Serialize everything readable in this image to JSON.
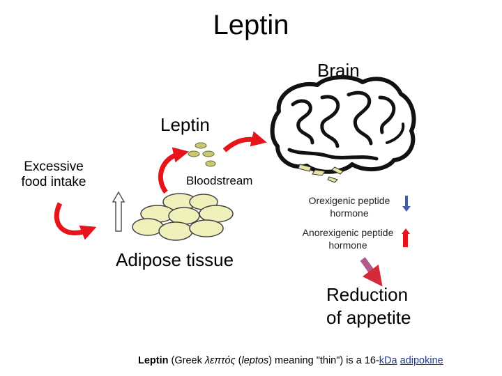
{
  "title": "Leptin",
  "labels": {
    "brain": "Brain",
    "leptin": "Leptin",
    "excessive_line1": "Excessive",
    "excessive_line2": "food intake",
    "bloodstream": "Bloodstream",
    "adipose": "Adipose tissue",
    "orexigenic_line1": "Orexigenic peptide",
    "orexigenic_line2": "hormone",
    "anorexigenic_line1": "Anorexigenic peptide",
    "anorexigenic_line2": "hormone",
    "reduction_line1": "Reduction",
    "reduction_line2": "of appetite"
  },
  "footer": {
    "leptin": "Leptin",
    "t1": " (Greek ",
    "greek": "λεπτός",
    "t2": " (",
    "leptos": "leptos",
    "t3": ") meaning \"thin\") is a 16-",
    "kda": "kDa",
    "t4": " ",
    "adipokine": "adipokine"
  },
  "colors": {
    "red_arrow": "#e8141c",
    "blue_arrow": "#3f5fa8",
    "leptin_dot": "#c8c86e",
    "fat_cell": "#f0f0bb",
    "brain_outline": "#111111"
  }
}
